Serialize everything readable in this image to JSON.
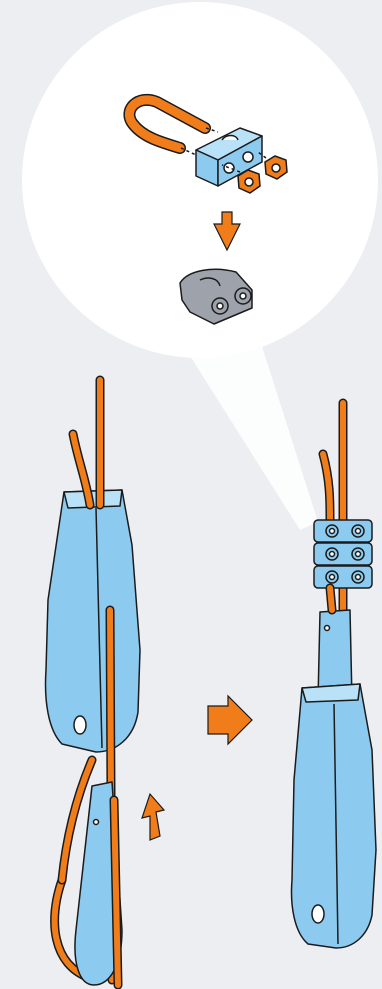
{
  "colors": {
    "background": "#eceef2",
    "callout_bubble": "#ffffff",
    "cable": "#f07d1a",
    "cable_outline": "#1b1b1b",
    "wedge_body": "#8ccbef",
    "clip_plain": "#9ea3ab",
    "arrow": "#f07d1a"
  },
  "icons": {
    "zoom_bubble": "magnifier-callout",
    "step_arrow_down": "arrow-down-icon",
    "step_arrow_right": "arrow-right-icon",
    "insert_arrow_up": "arrow-up-icon"
  },
  "diagram": {
    "clip_count_installed": 3,
    "steps": [
      "assemble-u-bolt-clip",
      "insert-wedge",
      "fasten-clips-on-tail"
    ]
  }
}
